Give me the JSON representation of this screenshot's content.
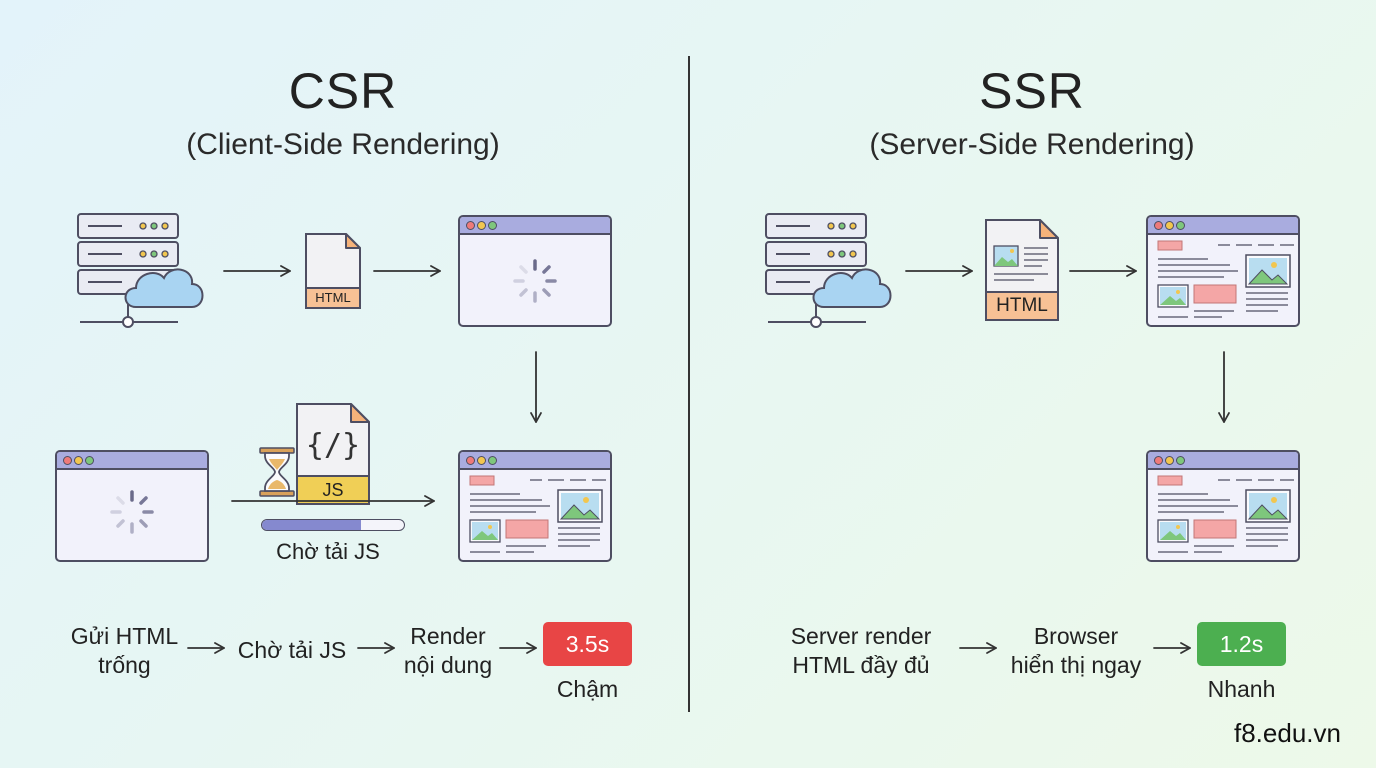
{
  "csr": {
    "title": "CSR",
    "subtitle": "(Client-Side Rendering)",
    "file_label": "HTML",
    "js_label": "JS",
    "code_label": "{/}",
    "wait_caption": "Chờ tải JS",
    "progress": 0.7,
    "flow": [
      {
        "text": "Gửi HTML\ntrống"
      },
      {
        "text": "Chờ tải JS"
      },
      {
        "text": "Render\nnội dung"
      }
    ],
    "time_badge": "3.5s",
    "speed_label": "Chậm",
    "badge_color": "#e84545"
  },
  "ssr": {
    "title": "SSR",
    "subtitle": "(Server-Side Rendering)",
    "file_label": "HTML",
    "flow": [
      {
        "text": "Server render\nHTML đầy đủ"
      },
      {
        "text": "Browser\nhiển thị ngay"
      }
    ],
    "time_badge": "1.2s",
    "speed_label": "Nhanh",
    "badge_color": "#4caf50"
  },
  "icons": {
    "server": "server-rack-icon",
    "cloud": "cloud-icon",
    "file": "html-file-icon",
    "js_file": "js-file-icon",
    "hourglass": "hourglass-icon",
    "browser": "browser-window-icon",
    "spinner": "loading-spinner-icon"
  },
  "watermark": "f8.edu.vn"
}
